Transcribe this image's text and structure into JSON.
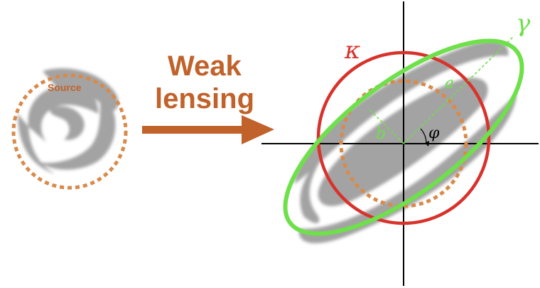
{
  "labels": {
    "source": "Source",
    "weak_line1": "Weak",
    "weak_line2": "lensing",
    "kappa": "κ",
    "gamma": "γ",
    "a": "a",
    "b": "b",
    "phi": "φ"
  },
  "colors": {
    "galaxy": "#a3a3a3",
    "dotted": "#d98a4a",
    "arrow": "#c0622a",
    "kappa": "#d8322b",
    "gamma": "#6ee04a",
    "axes": "#000000"
  }
}
